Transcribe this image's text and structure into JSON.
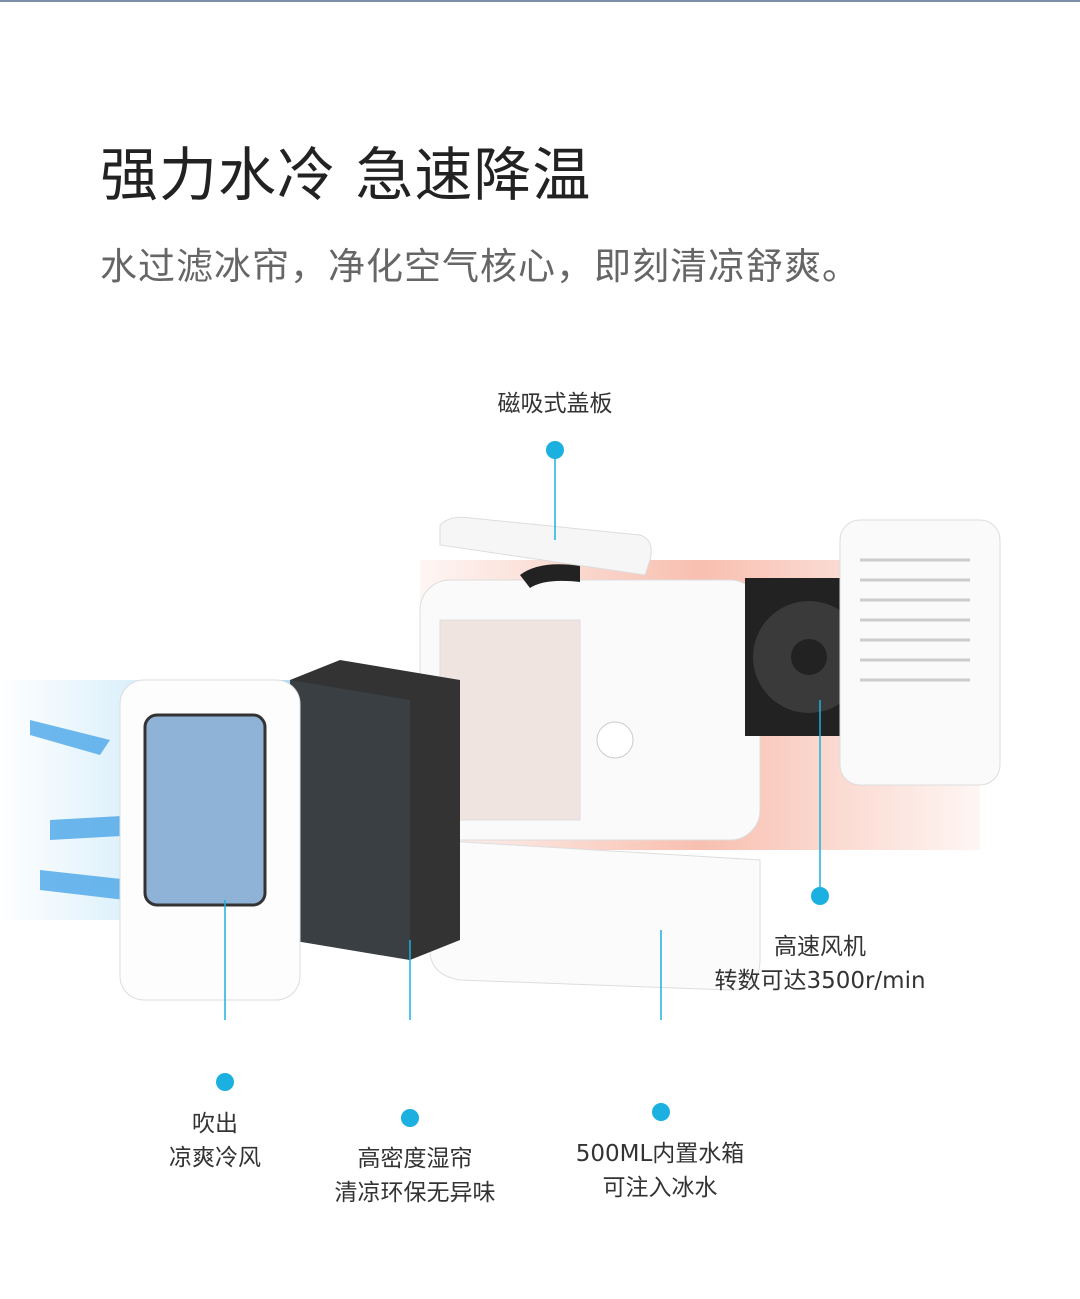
{
  "header": {
    "title": "强力水冷 急速降温",
    "subtitle": "水过滤冰帘，净化空气核心，即刻清凉舒爽。"
  },
  "callouts": {
    "cover": {
      "line1": "磁吸式盖板"
    },
    "fan": {
      "line1": "高速风机",
      "line2": "转数可达3500r/min"
    },
    "outlet": {
      "line1": "吹出",
      "line2": "凉爽冷风"
    },
    "curtain": {
      "line1": "高密度湿帘",
      "line2": "清凉环保无异味"
    },
    "tank": {
      "line1": "500ML内置水箱",
      "line2": "可注入冰水"
    }
  },
  "colors": {
    "accent": "#1bb0e0",
    "warm": "#f5a48e",
    "cool": "#6fc3f0"
  }
}
